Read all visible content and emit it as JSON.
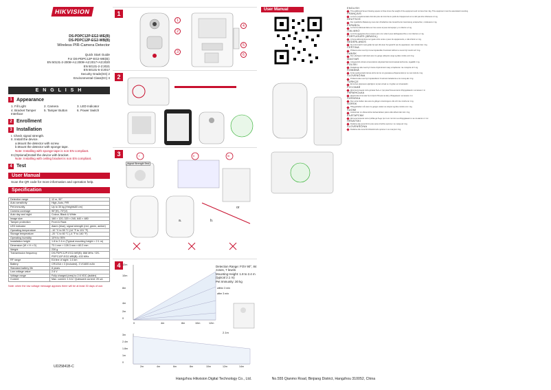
{
  "brand": "HIKVISION",
  "models": {
    "line1": "DS-PDPC12P-EG2-WE(B)",
    "line2": "DS-PDPC12P-EG2-WB(B)",
    "title": "Wireless PIR-Camera Detector",
    "qsg": "Quick Start Guide",
    "std": [
      "For DS-PDPC12P-EG2-WE(B):",
      "EN 50131-2-2008+A1:2009+A2:2017+A3:2020",
      "EN 50131-2-2:2021",
      "EN 50131-5-3:2017",
      "Security Grade(SG) 2",
      "Environmental Class(EC) II"
    ]
  },
  "english_label": "E N G L I S H",
  "sections": {
    "appearance": {
      "num": "1",
      "title": "Appearance",
      "items": [
        "1. Fill Light",
        "2. Camera",
        "3. LED Indicator",
        "4. Bracket Tamper",
        "5. Tamper Button",
        "6. Power Switch",
        "Interface",
        "",
        ""
      ]
    },
    "enrollment": {
      "num": "2",
      "title": "Enrollment"
    },
    "installation": {
      "num": "3",
      "title": "Installation",
      "steps": [
        "I. Check signal strength.",
        "II. Install the device.",
        "a.Mount the detector with screw.",
        "b.Mount the detector with sponge tape.",
        "Note: Installing with sponge tape is non EN compliant.",
        "III.(Optional)Install the device with bracket.",
        "Note: Installing with ceiling bracket is non EN compliant."
      ]
    },
    "test": {
      "num": "4",
      "title": "Test"
    }
  },
  "user_manual": {
    "title": "User Manual",
    "scan": "Scan the QR code for more information and operation help."
  },
  "spec": {
    "title": "Specification",
    "rows": [
      [
        "Detection range",
        "12 m, 90°"
      ],
      [
        "Auto sensitivity",
        "High, Auto, PIR"
      ],
      [
        "Pet immunity",
        "Up to 30 kg (Height≤60 cm)"
      ],
      [
        "Camera coverage",
        "90°(H), 70°(V)"
      ],
      [
        "Auto day and night",
        "Colour, Black & White"
      ],
      [
        "Image size",
        "160 × 120, 320 × 240, 640 × 480"
      ],
      [
        "Tamper protection",
        "Front & Rack"
      ],
      [
        "LED indicator",
        "Alarm (blue), signal strength (red, green, amber)"
      ],
      [
        "Operating temperature",
        "-10 °C to 55 °C (14 °F to 131 °F)"
      ],
      [
        "Storage temperature",
        "-20 °C to 60 °C (-4 °F to 140 °F)"
      ],
      [
        "Operating humidity",
        "10% to 95%"
      ],
      [
        "Installation height",
        "1.8 to 2.4 m (Typical mounting height = 2.1 m)"
      ],
      [
        "Dimension (W × H × D)",
        "73.1 mm × 128.3 mm × 60.2 mm"
      ],
      [
        "Weight",
        "230 g"
      ],
      [
        "Transmission frequency",
        "DS-PDPC12P-EG2-WE(B): 868 MHz / DS-PDPC12P-EG2-WB(B): 433 MHz"
      ],
      [
        "RF range",
        "EA line of sight: 1.6 km"
      ],
      [
        "Battery",
        "CR123A × 3 (Included), 3 V/1600 mAh"
      ],
      [
        "Standard battery life",
        "8 years"
      ],
      [
        "Low voltage value",
        "2.6 V"
      ],
      [
        "Voltage range",
        "Fully charged (new) to 2.6 VDC (ladder)"
      ],
      [
        "Current",
        "Max. current: 1.5 A / Quiescent current: 20 uA"
      ]
    ],
    "note": "Note: when the low voltage message appears there will be at least 30 days of use."
  },
  "doc_id": "UD25841B-C",
  "panels": {
    "p1": "1",
    "p2": "2",
    "p3": "3",
    "p4": "4",
    "callouts": [
      "1",
      "2",
      "3",
      "4",
      "5",
      "6"
    ],
    "signal_label": "Signal Strength Test",
    "sub_a": "a.",
    "sub_b": "b.",
    "roman": [
      "I",
      "II",
      "III"
    ],
    "or": "or",
    "detection_text": [
      "Detection Range: FOV 90°, 84 zones, 7 levels",
      "Mounting Height: 1.8 to 2.4 m (typical 2.1 m)",
      "Pet Immunity: 30 kg"
    ],
    "top_y": [
      "12m",
      "10m",
      "8m",
      "4m",
      "2m",
      "0"
    ],
    "top_x": [
      "0",
      "4m",
      "8m",
      "10m",
      "12m"
    ],
    "bottom_x": [
      "2m",
      "4m",
      "6m",
      "8m",
      "10m",
      "12m",
      "14m"
    ],
    "bottom_y": [
      "3m",
      "2.4m",
      "1.8m",
      "1m",
      "0"
    ],
    "mount_height": "2.1m",
    "within": [
      "within 3 min",
      "after 3 min"
    ]
  },
  "right_header": "User Manual",
  "languages": [
    {
      "name": "ENGLISH",
      "text": "This additional Seven Floating square is three times the weight of the equipment and not less than 1kg. This equipment must be associated mounting."
    },
    {
      "name": "FRANÇAIS",
      "text": "La force supplémentaire doit être plus de trois fois le poids de l'équipement et ne doit pas être inférieure à 1 kg."
    },
    {
      "name": "DEUTSCH",
      "text": "Die zusätzliche Belastung muss dem Dreifachen des Gewichts der Ausrüstung entsprechen, mindestens 1 kg."
    },
    {
      "name": "ESPAÑOL",
      "text": "La fuerza adicional debe ser tres veces el peso del equipo y no inferior a 1 kg."
    },
    {
      "name": "ITALIANO",
      "text": "La forza aggiuntiva deve essere pari a tre volte il peso dell'apparecchio e non inferiore a 1 kg."
    },
    {
      "name": "PORTUGUÊS (BRASIL)",
      "text": "A força adicional deve ser igual a três vezes o peso do equipamento, e não inferior a 1 kg."
    },
    {
      "name": "NEDERLANDS",
      "text": "De extra kracht moet gelijk zijn aan drie keer het gewicht van de apparatuur, niet minder dan 1 kg."
    },
    {
      "name": "ČEŠTINA",
      "text": "Přídavná síla musí být rovna trojnásobku hmotnosti zařízení a nesmí být menší než 1 kg."
    },
    {
      "name": "DANSK",
      "text": "Den yderligere kraft skal være tre gange udstyrets vægt og ikke mindre end 1 kg."
    },
    {
      "name": "MAGYAR",
      "text": "A kiegészítő erőnek a berendezés súlyának háromszorosának kell lennie, legalább 1 kg."
    },
    {
      "name": "POLSKI",
      "text": "Dodatkowa siła musi być równa trzykrotności masy urządzenia i nie mniejsza niż 1 kg."
    },
    {
      "name": "ROMÂNĂ",
      "text": "Forța suplimentară trebuie să fie de trei ori greutatea echipamentului și nu mai mică de 1 kg."
    },
    {
      "name": "SLOVENČINA",
      "text": "Prídavná sila musí byť trojnásobkom hmotnosti zariadenia a nie menej ako 1 kg."
    },
    {
      "name": "TÜRKÇE",
      "text": "Ek kuvvet ekipmanın ağırlığının üç katı olmalı ve 1 kg'dan az olmamalıdır."
    },
    {
      "name": "РУССКИЙ",
      "text": "Дополнительная сила должна быть в три раза больше веса оборудования и не менее 1 кг."
    },
    {
      "name": "УКРАЇНСЬКА",
      "text": "Додаткова сила має бути втричі більша за вагу обладнання і не менше 1 кг."
    },
    {
      "name": "SVENSKA",
      "text": "Den extra kraften ska vara tre gånger utrustningens vikt och inte mindre än 1 kg."
    },
    {
      "name": "NORSK",
      "text": "Tilleggskraften må være tre ganger vekten av utstyret og ikke mindre enn 1 kg."
    },
    {
      "name": "SUOMI",
      "text": "Lisävoiman on oltava kolme kertaa laitteen paino eikä vähemmän kuin 1 kg."
    },
    {
      "name": "БЪЛГАРСКИ",
      "text": "Допълнителната сила трябва да бъде три пъти теглото на оборудването и не по-малко от 1 кг."
    },
    {
      "name": "HRVATSKI",
      "text": "Dodatna sila mora biti tri puta veća od težine opreme i ne manja od 1 kg."
    },
    {
      "name": "SLOVENŠČINA",
      "text": "Dodatna sila mora biti trikratnik teže opreme in ne manj kot 1 kg."
    }
  ],
  "footer": {
    "company": "Hangzhou Hikvision Digital Technology Co., Ltd.",
    "address": "No.555 Qianmo Road, Binjiang District, Hangzhou 310052, China"
  }
}
